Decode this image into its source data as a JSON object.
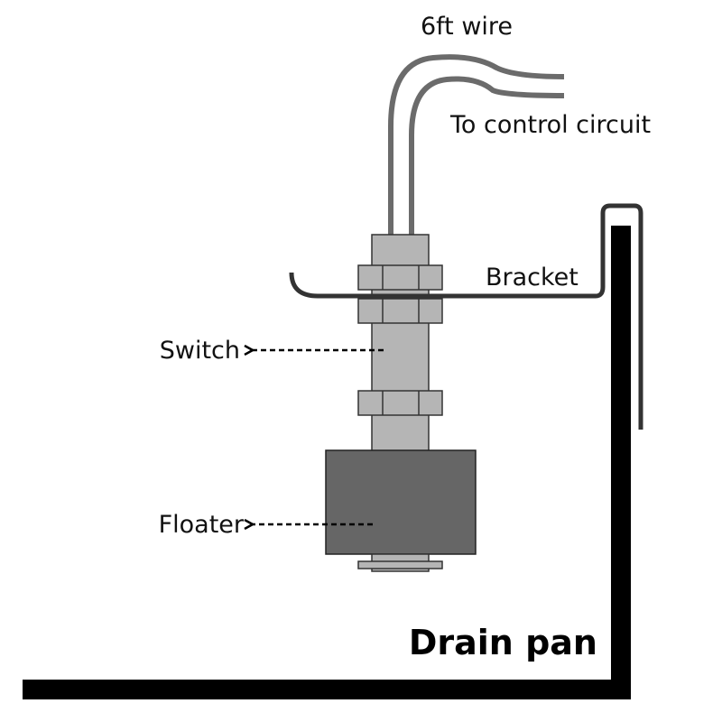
{
  "labels": {
    "wire": "6ft wire",
    "control": "To control circuit",
    "bracket": "Bracket",
    "switch": "Switch",
    "floater": "Floater",
    "drain_pan": "Drain pan"
  },
  "colors": {
    "wire": "#6b6b6b",
    "switch_body": "#b5b5b5",
    "floater": "#666666",
    "bracket": "#333333",
    "pan": "#000000"
  }
}
